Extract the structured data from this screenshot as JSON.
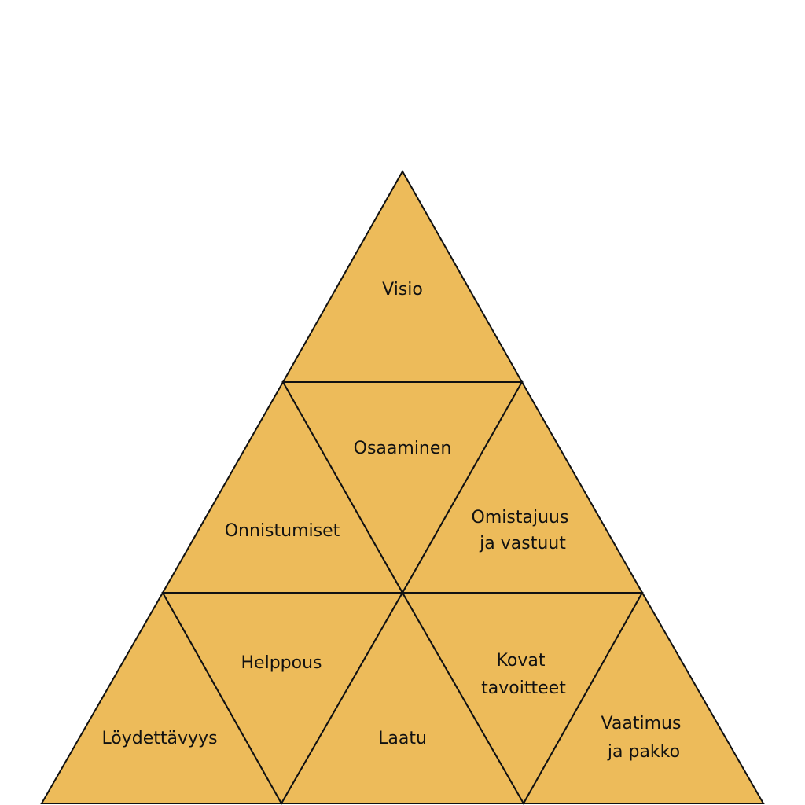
{
  "colors": {
    "fill": "#EDBB5A",
    "stroke": "#111111",
    "text": "#111111",
    "background": "#FFFFFF"
  },
  "segments": [
    {
      "id": "visio",
      "lines": [
        "Visio"
      ]
    },
    {
      "id": "onnistumiset",
      "lines": [
        "Onnistumiset"
      ]
    },
    {
      "id": "osaaminen",
      "lines": [
        "Osaaminen"
      ]
    },
    {
      "id": "omistajuus",
      "lines": [
        "Omistajuus",
        "ja vastuut"
      ]
    },
    {
      "id": "loydettavyys",
      "lines": [
        "Löydettävyys"
      ]
    },
    {
      "id": "helppous",
      "lines": [
        "Helppous"
      ]
    },
    {
      "id": "laatu",
      "lines": [
        "Laatu"
      ]
    },
    {
      "id": "kovat",
      "lines": [
        "Kovat",
        "tavoitteet"
      ]
    },
    {
      "id": "vaatimus",
      "lines": [
        "Vaatimus",
        "ja pakko"
      ]
    }
  ]
}
